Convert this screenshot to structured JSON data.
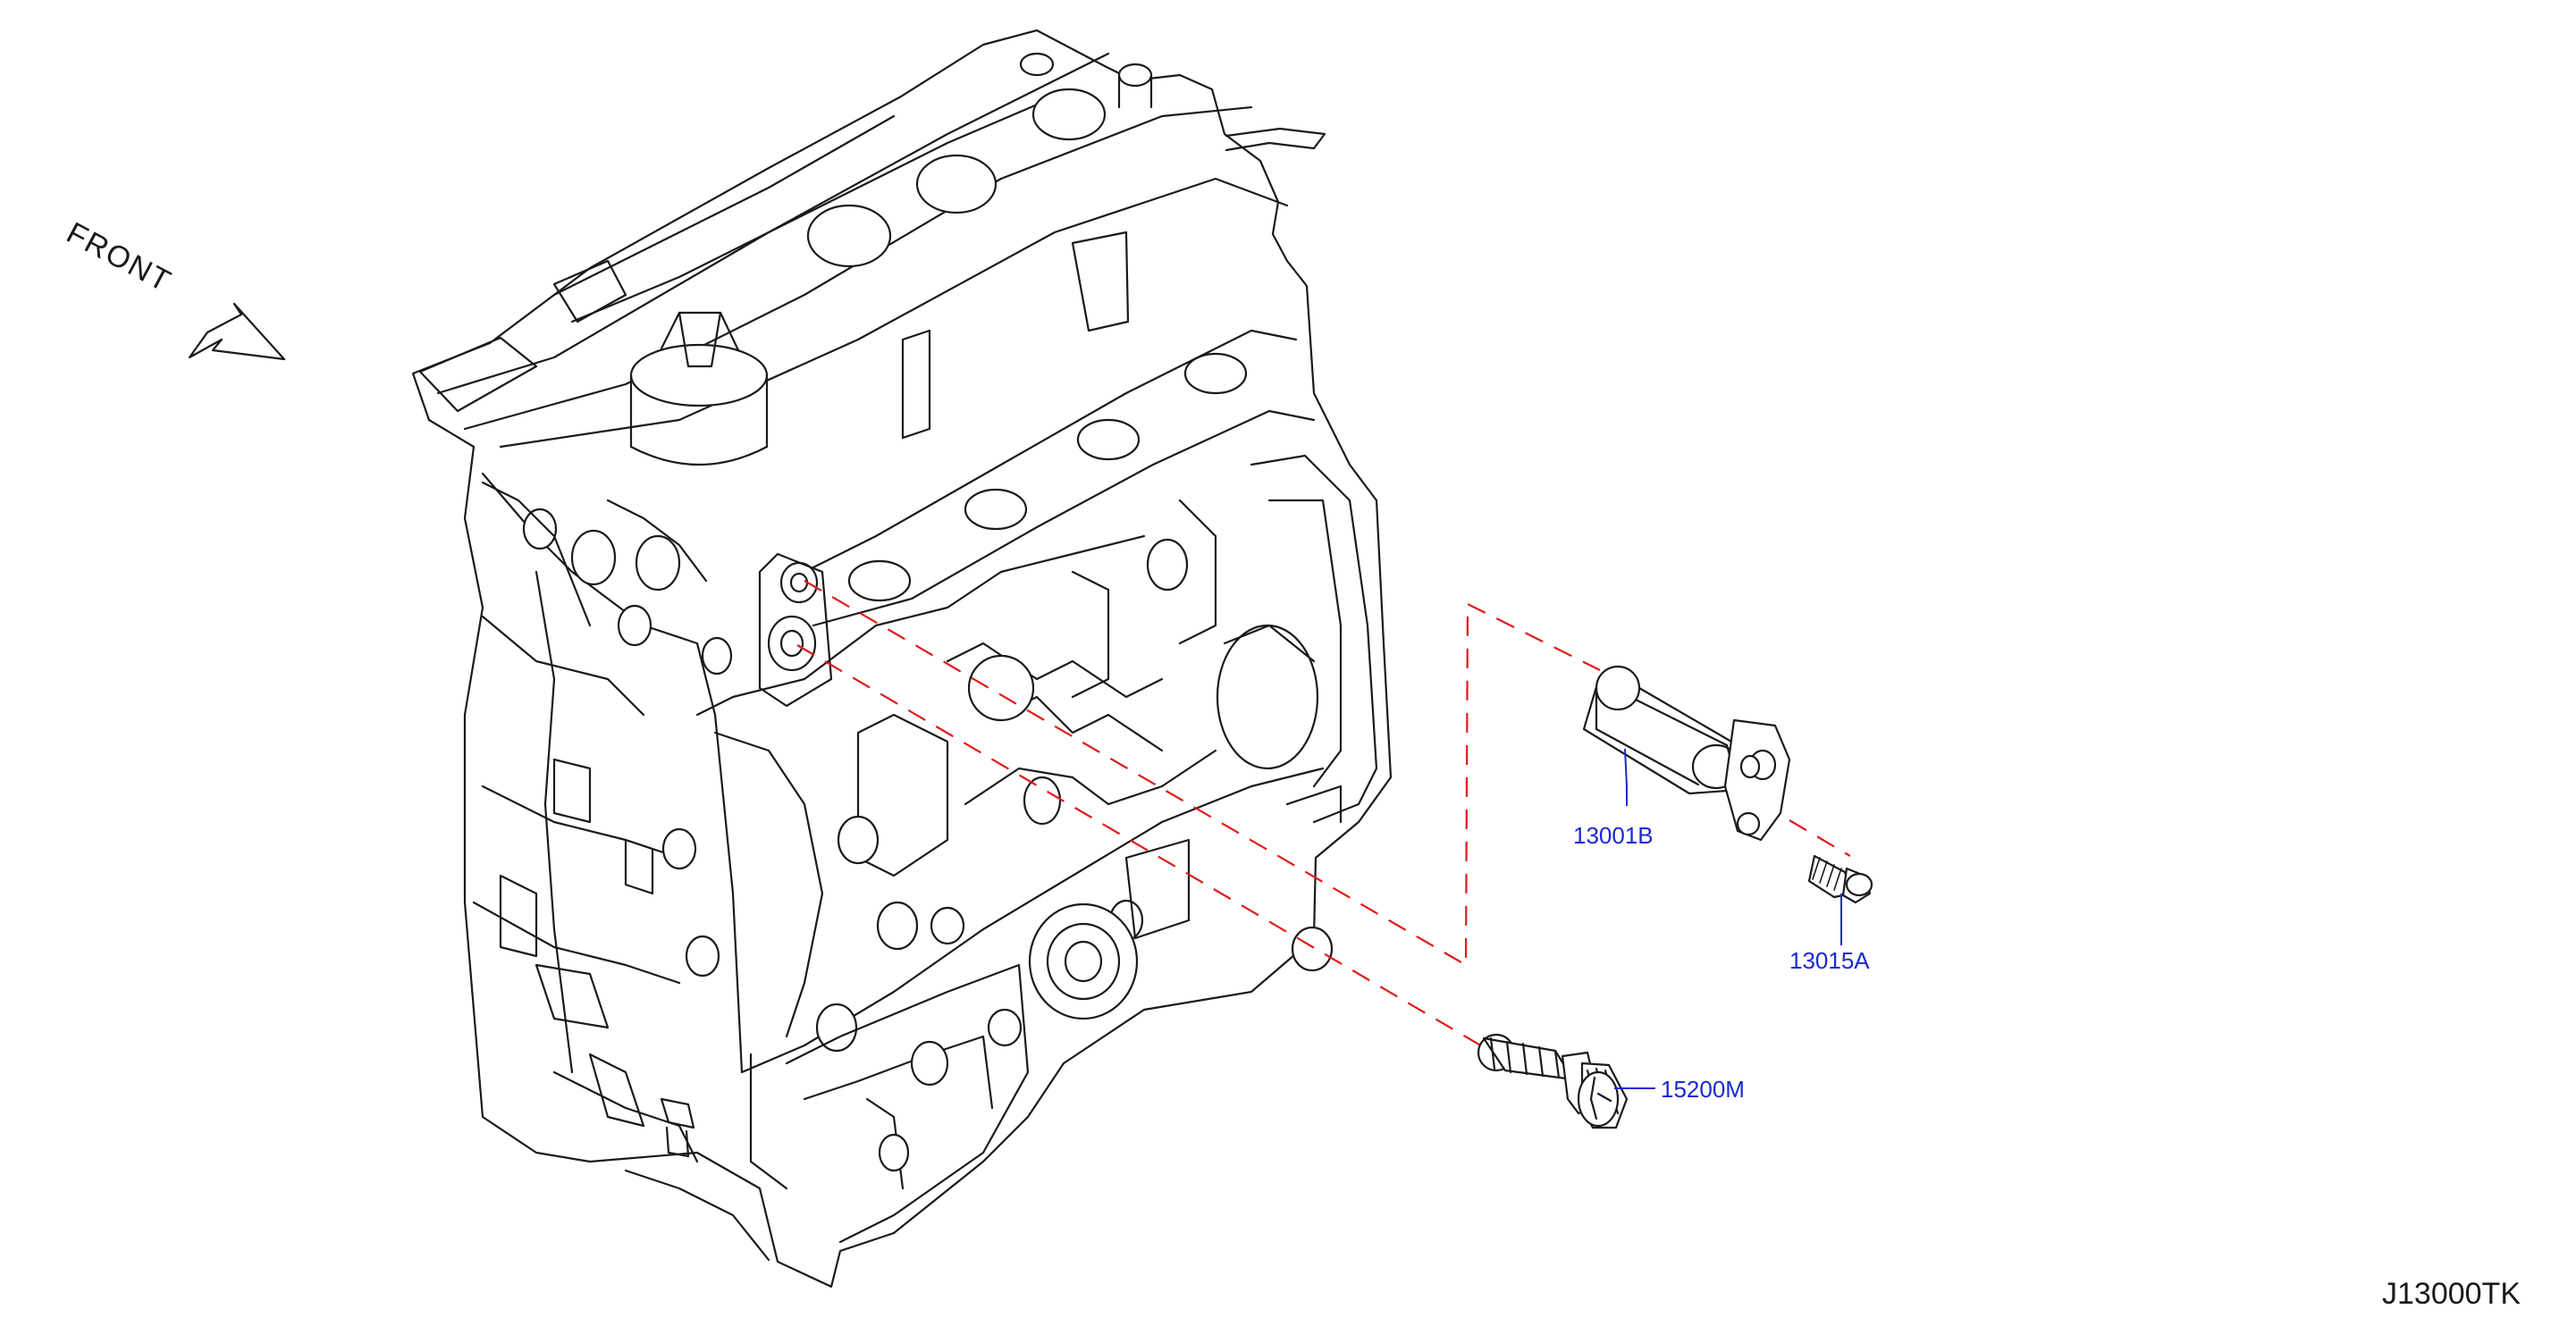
{
  "front_label": "FRONT",
  "diagram_code": "J13000TK",
  "colors": {
    "label": "#1a2ad0",
    "guide_line": "#e01a1a",
    "line_art": "#1a1a1a"
  },
  "parts": [
    {
      "id": "p1",
      "number": "13001B"
    },
    {
      "id": "p2",
      "number": "13015A"
    },
    {
      "id": "p3",
      "number": "15200M"
    }
  ]
}
